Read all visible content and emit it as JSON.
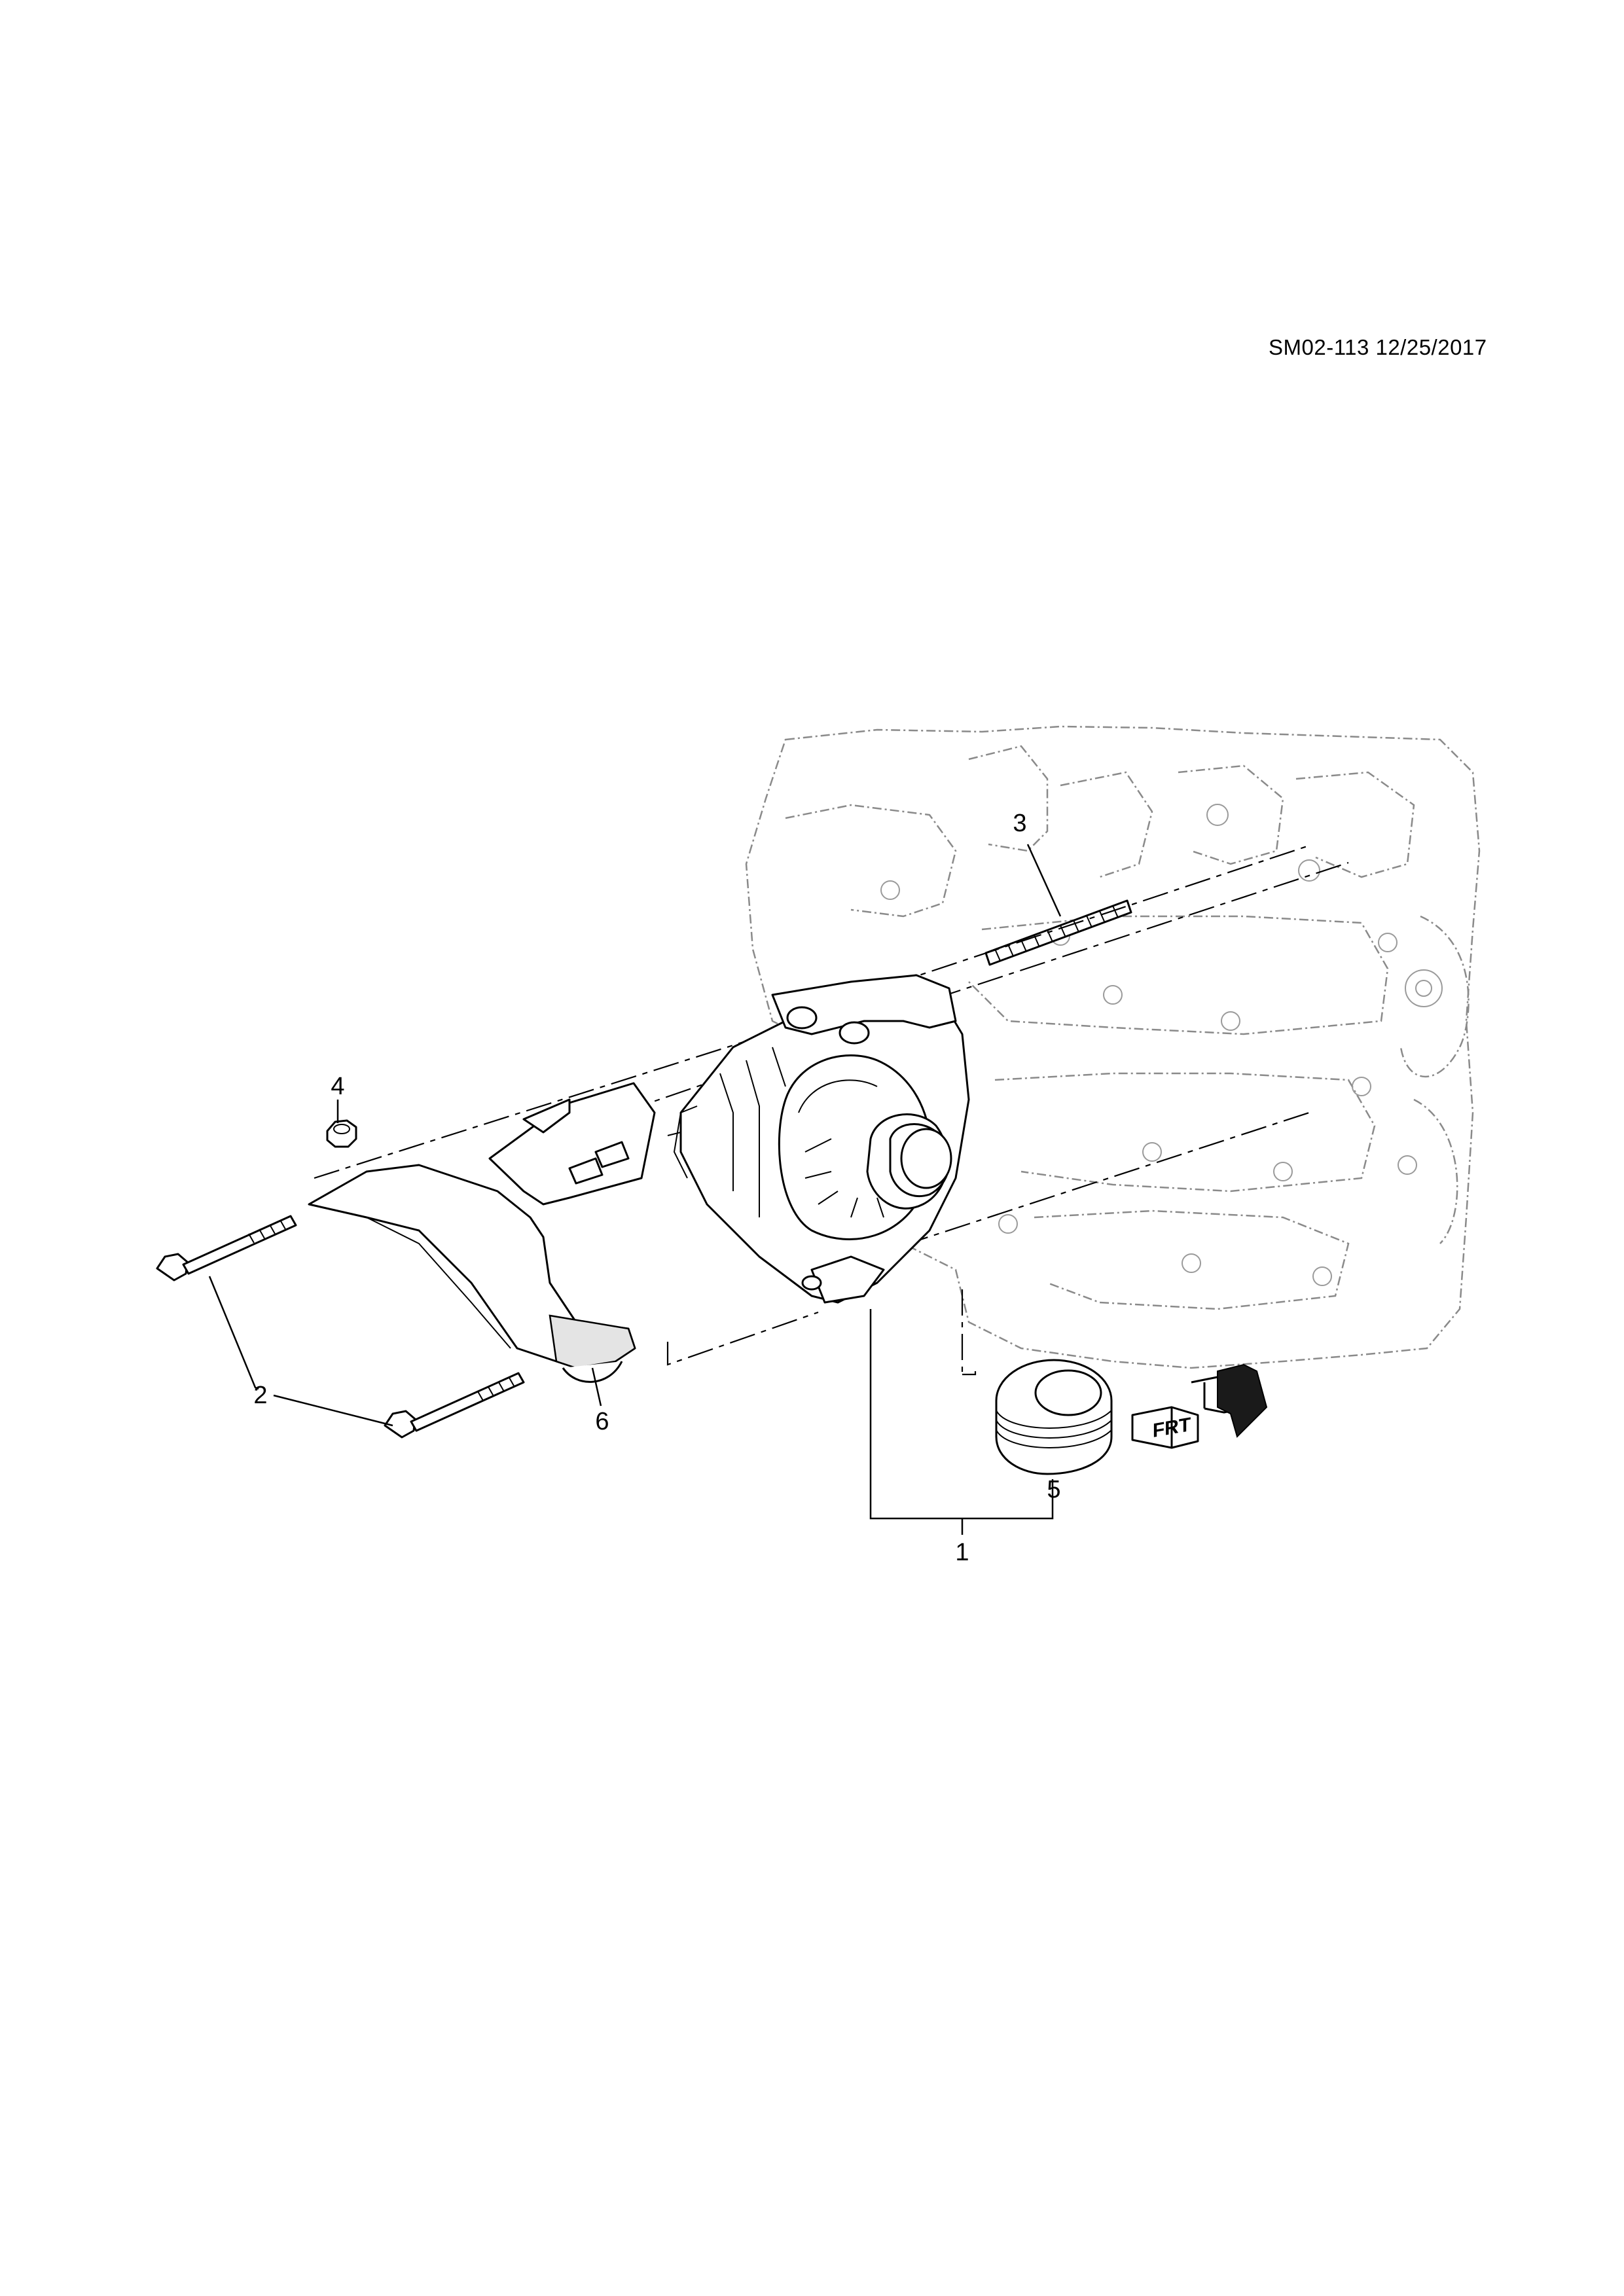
{
  "header": {
    "doc_ref": "SM02-113 12/25/2017"
  },
  "callouts": [
    {
      "id": "1",
      "label": "1"
    },
    {
      "id": "2",
      "label": "2"
    },
    {
      "id": "3",
      "label": "3"
    },
    {
      "id": "4",
      "label": "4"
    },
    {
      "id": "5",
      "label": "5"
    },
    {
      "id": "6",
      "label": "6"
    }
  ],
  "front_indicator": {
    "label": "FRT"
  },
  "parts": {
    "alternator": "alternator",
    "bolts": "bolts",
    "stud": "stud",
    "nut": "nut",
    "pulley": "pulley",
    "heat_shield": "heat-shield",
    "engine_block": "engine-block"
  }
}
